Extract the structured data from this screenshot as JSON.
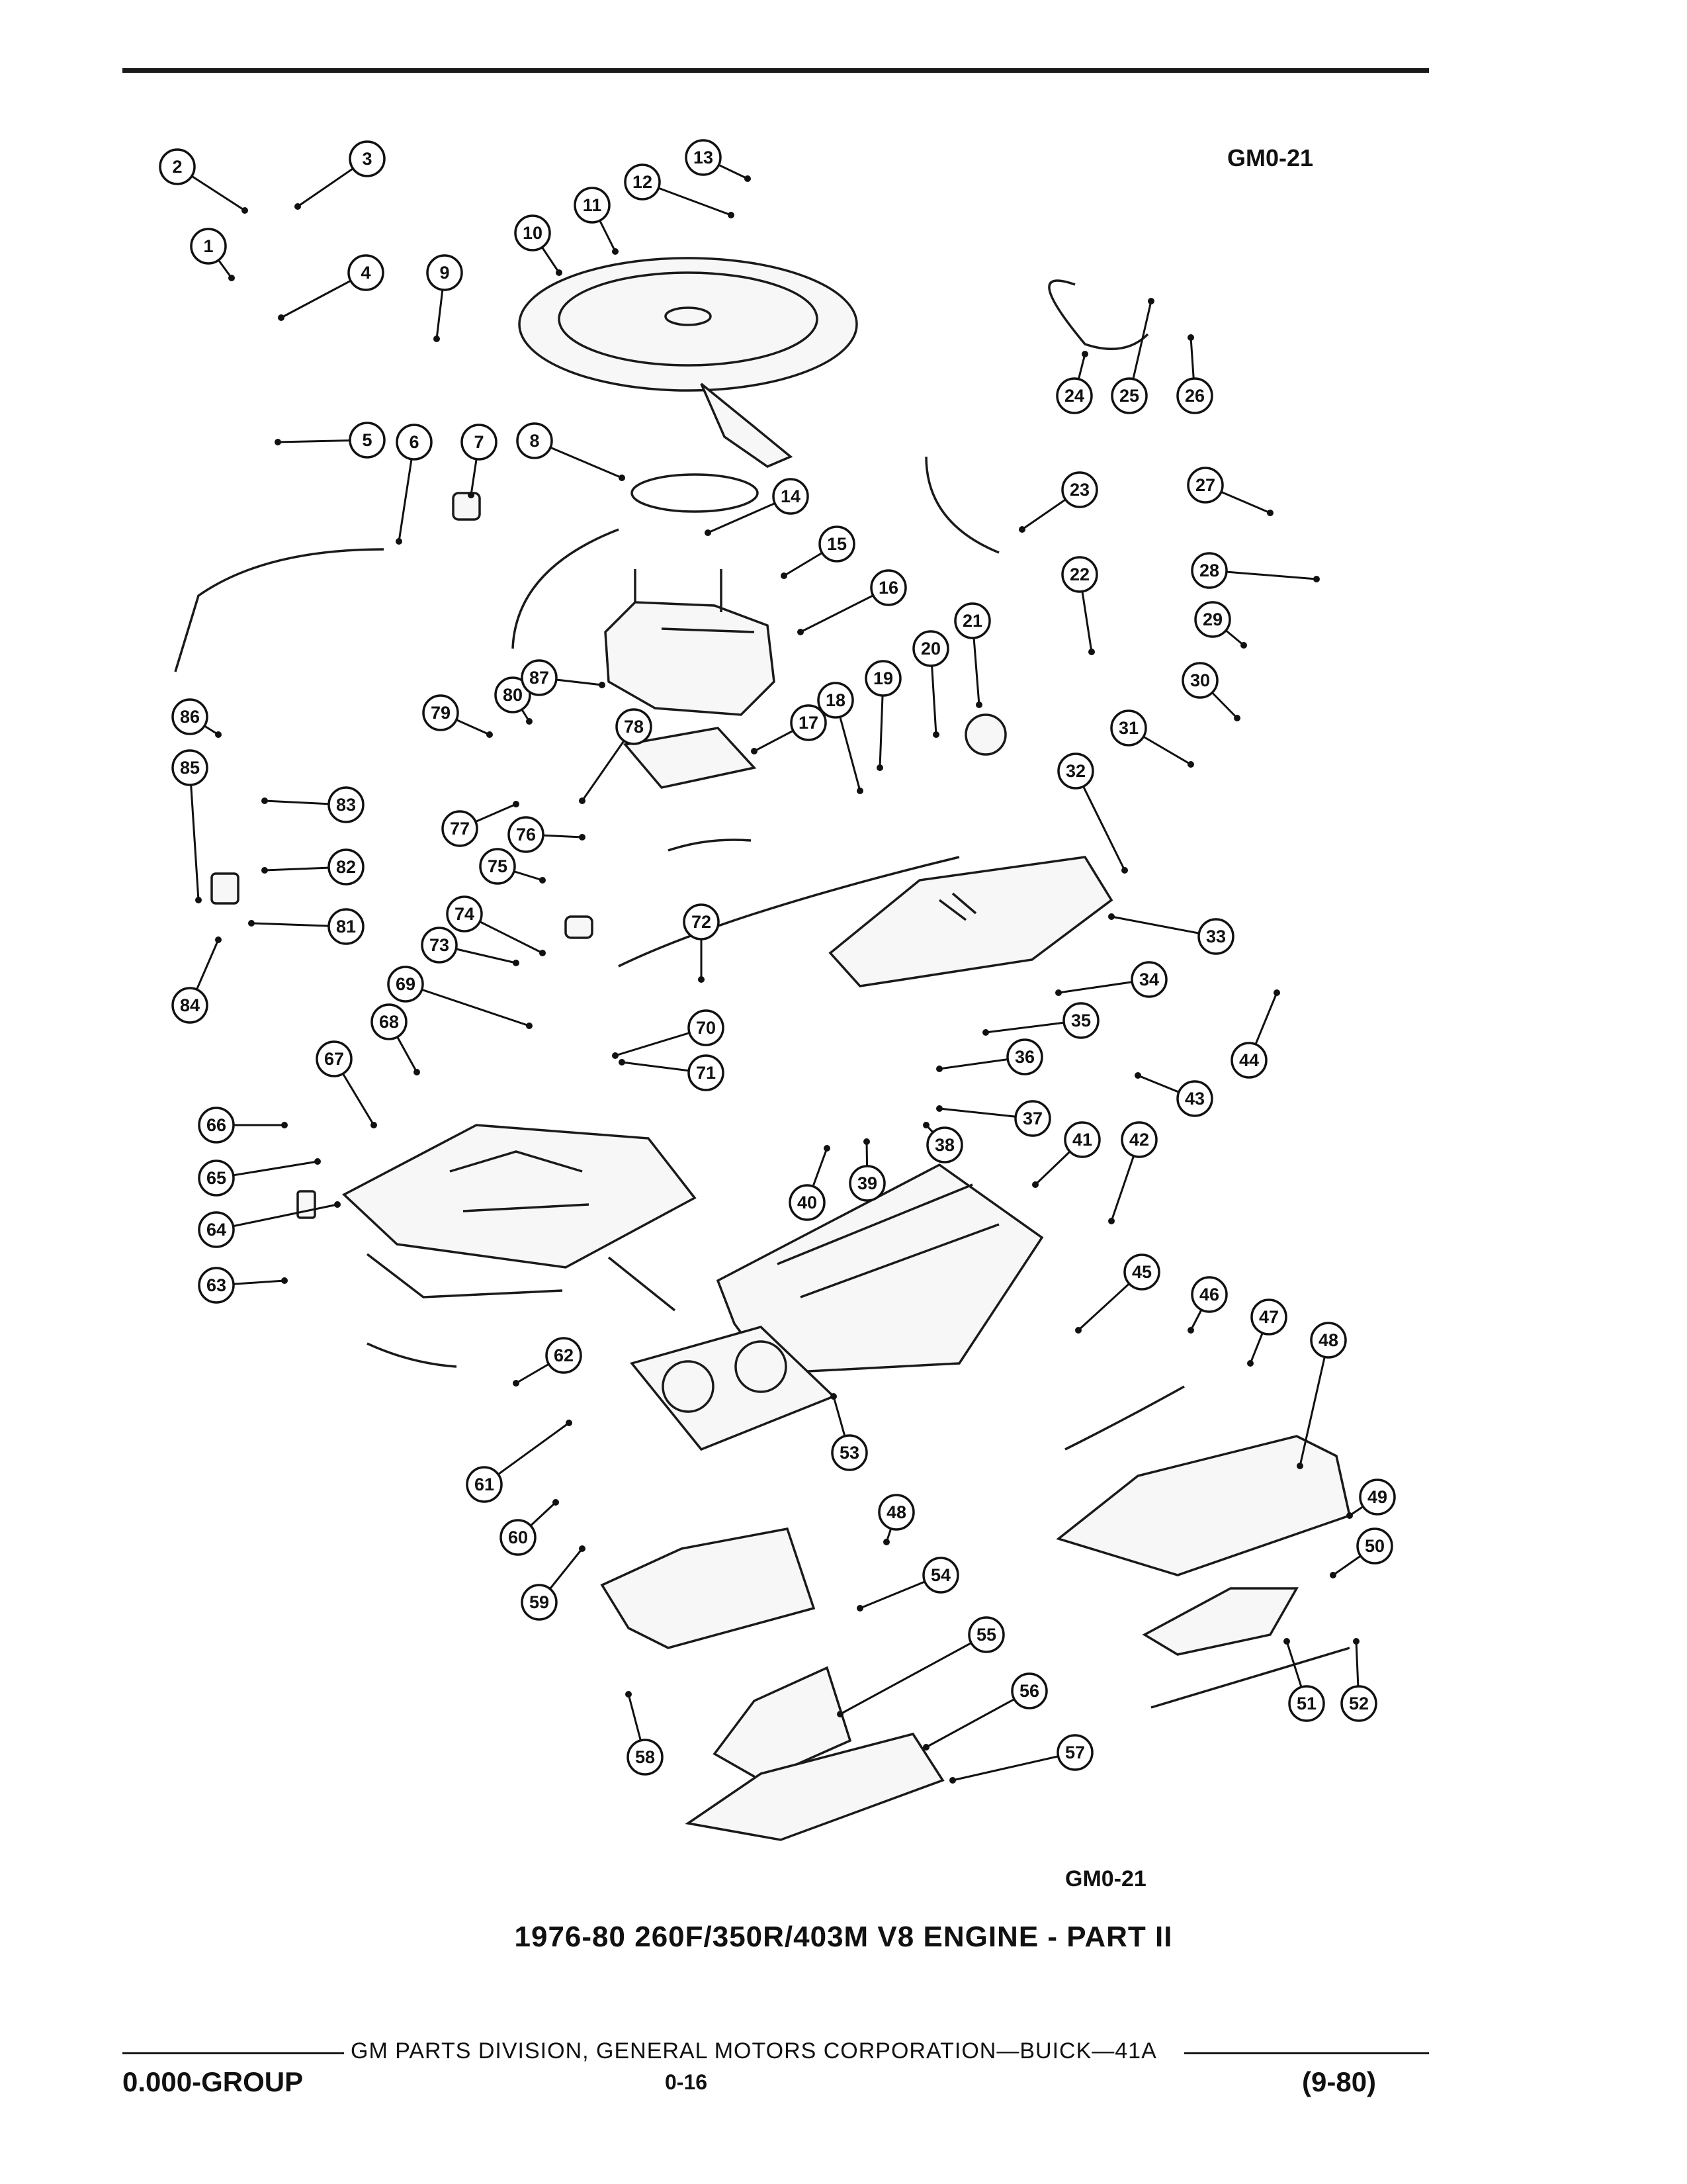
{
  "header": {
    "ref_code_top": "GM0-21"
  },
  "diagram": {
    "ref_code_bottom": "GM0-21",
    "title": "1976-80 260F/350R/403M V8 ENGINE - PART II",
    "callouts": [
      "1",
      "2",
      "3",
      "4",
      "5",
      "6",
      "7",
      "8",
      "9",
      "10",
      "11",
      "12",
      "13",
      "14",
      "15",
      "16",
      "17",
      "18",
      "19",
      "20",
      "21",
      "22",
      "23",
      "24",
      "25",
      "26",
      "27",
      "28",
      "29",
      "30",
      "31",
      "32",
      "33",
      "34",
      "35",
      "36",
      "37",
      "38",
      "39",
      "40",
      "41",
      "42",
      "43",
      "44",
      "45",
      "46",
      "47",
      "48",
      "49",
      "50",
      "51",
      "52",
      "53",
      "54",
      "55",
      "56",
      "57",
      "58",
      "59",
      "60",
      "61",
      "62",
      "63",
      "64",
      "65",
      "66",
      "67",
      "68",
      "69",
      "70",
      "71",
      "72",
      "73",
      "74",
      "75",
      "76",
      "77",
      "78",
      "79",
      "80",
      "81",
      "82",
      "83",
      "84",
      "85",
      "86",
      "87",
      "48"
    ]
  },
  "footer": {
    "corporation": "GM PARTS DIVISION, GENERAL MOTORS CORPORATION—BUICK—41A",
    "group": "0.000-GROUP",
    "page": "0-16",
    "date": "(9-80)"
  }
}
